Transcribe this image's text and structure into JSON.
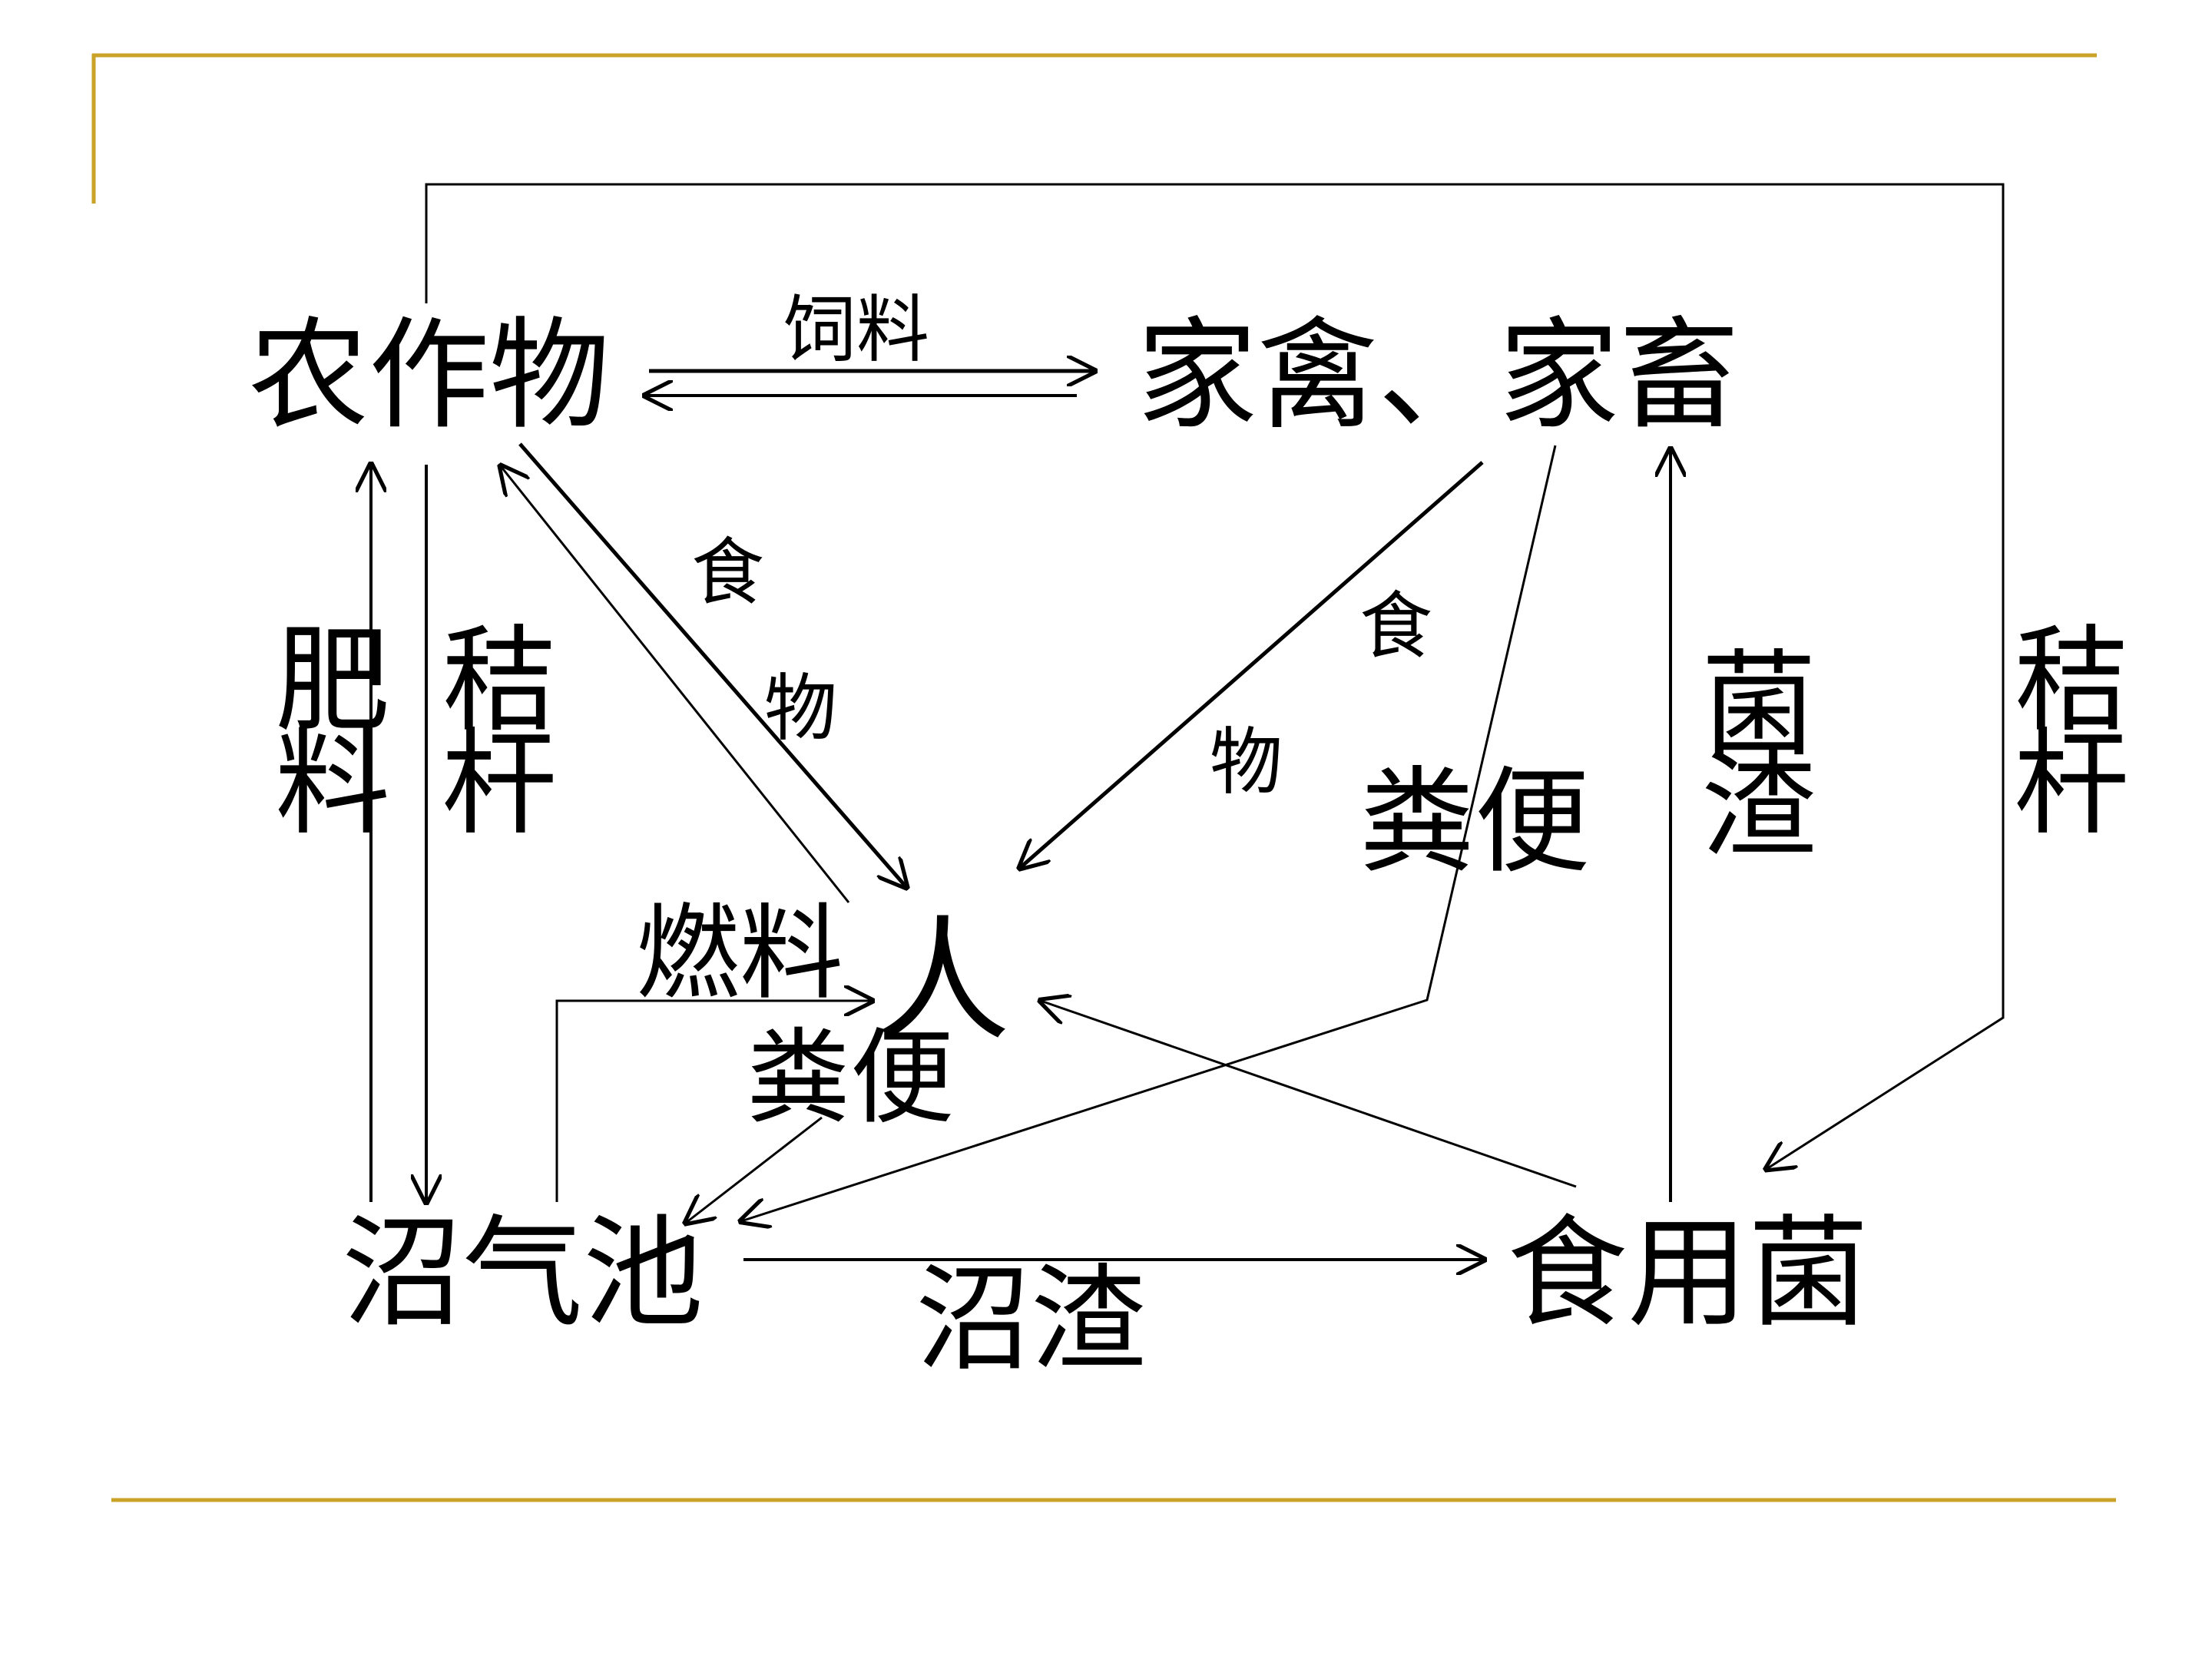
{
  "colors": {
    "accent": "#C9A227",
    "line": "#000000",
    "background": "#FFFFFF"
  },
  "nodes": {
    "crops": "农作物",
    "livestock": "家禽、家畜",
    "human": "人",
    "biogas": "沼气池",
    "mushroom": "食用菌"
  },
  "labels": {
    "feed": "饲料",
    "food_left_1": "食",
    "food_left_2": "物",
    "food_right_1": "食",
    "food_right_2": "物",
    "fertilizer_1": "肥",
    "fertilizer_2": "料",
    "straw_left_1": "秸",
    "straw_left_2": "杆",
    "straw_right_1": "秸",
    "straw_right_2": "杆",
    "mushroom_residue_1": "菌",
    "mushroom_residue_2": "渣",
    "manure_right": "粪便",
    "manure_human": "粪便",
    "fuel": "燃料",
    "biogas_residue": "沼渣"
  }
}
